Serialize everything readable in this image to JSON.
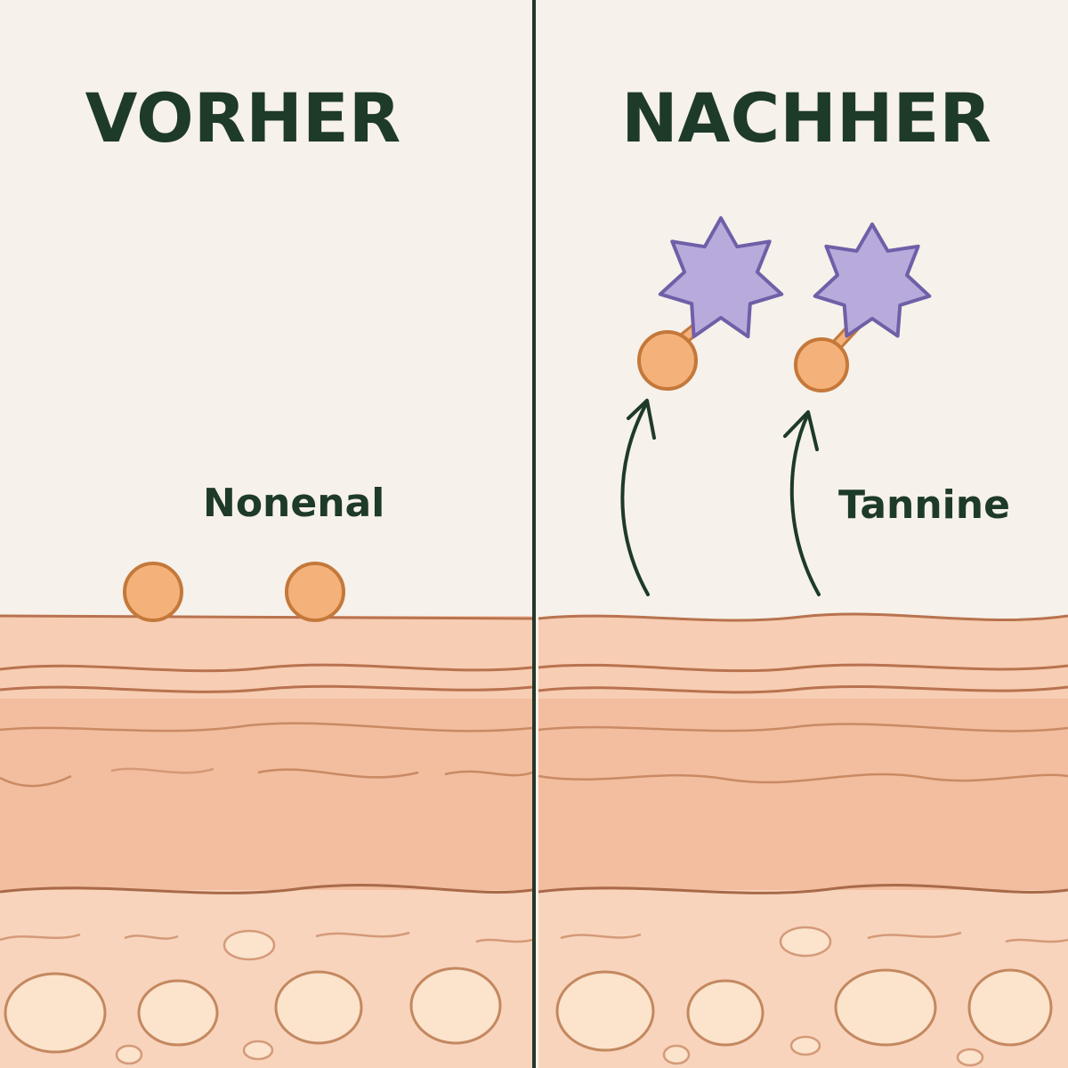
{
  "panels": {
    "before": {
      "title": "VORHER",
      "label": "Nonenal"
    },
    "after": {
      "title": "NACHHER",
      "label": "Tannine"
    }
  },
  "colors": {
    "background": "#f6f1ea",
    "text": "#1e3a28",
    "divider": "#22382a",
    "skin_top": "#f7cdb3",
    "skin_mid": "#f3bd9f",
    "skin_deep": "#f8d4bd",
    "skin_line": "#b8734e",
    "molecule_fill": "#f4b27a",
    "molecule_stroke": "#c4783a",
    "tannin_fill": "#b8abdb",
    "tannin_stroke": "#6f5fa8"
  },
  "icons": {
    "nonenal": "orange-circle-molecule",
    "tannin": "purple-star-molecule",
    "motion": "curved-up-arrow"
  }
}
